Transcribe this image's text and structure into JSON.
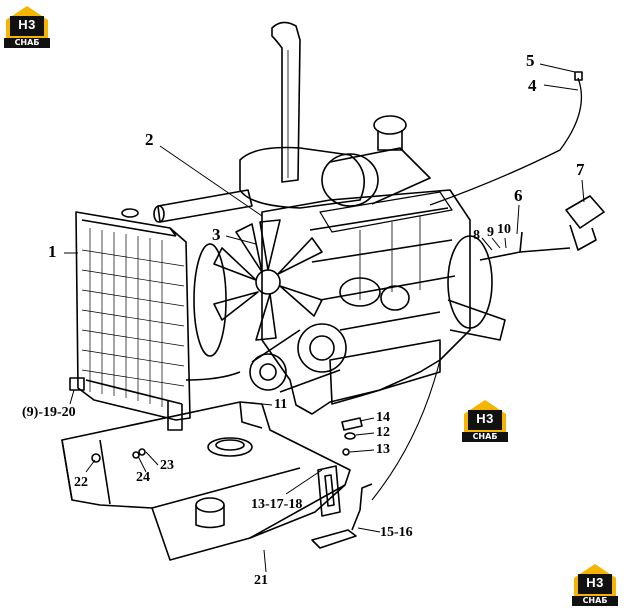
{
  "brand": {
    "logo_text": "H3",
    "logo_sub": "CHAБ",
    "color_yellow": "#F5B400",
    "color_black": "#111111"
  },
  "callouts": [
    {
      "id": "c1",
      "text": "1"
    },
    {
      "id": "c2",
      "text": "2"
    },
    {
      "id": "c3",
      "text": "3"
    },
    {
      "id": "c4",
      "text": "4"
    },
    {
      "id": "c5",
      "text": "5"
    },
    {
      "id": "c6",
      "text": "6"
    },
    {
      "id": "c7",
      "text": "7"
    },
    {
      "id": "c8",
      "text": "8"
    },
    {
      "id": "c9",
      "text": "9"
    },
    {
      "id": "c10",
      "text": "10"
    },
    {
      "id": "c11",
      "text": "11"
    },
    {
      "id": "c12",
      "text": "12"
    },
    {
      "id": "c13",
      "text": "13"
    },
    {
      "id": "c14",
      "text": "14"
    },
    {
      "id": "c15",
      "text": "15-16"
    },
    {
      "id": "c21",
      "text": "21"
    },
    {
      "id": "c22",
      "text": "22"
    },
    {
      "id": "c23",
      "text": "23"
    },
    {
      "id": "c24",
      "text": "24"
    },
    {
      "id": "c1317",
      "text": "13-17-18"
    },
    {
      "id": "c1920",
      "text": "(9)-19-20"
    }
  ]
}
